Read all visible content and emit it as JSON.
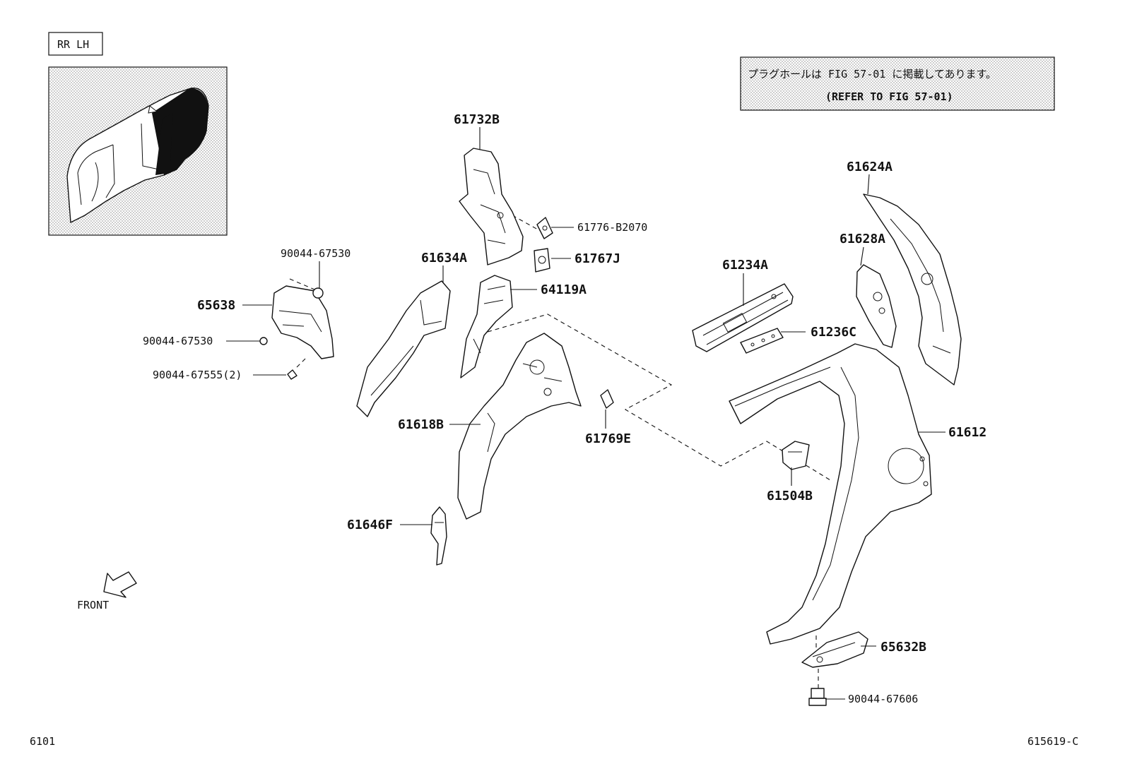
{
  "variant_label": "RR LH",
  "note": {
    "japanese": "プラグホールは FIG 57-01 に掲載してあります。",
    "english": "(REFER TO FIG 57-01)"
  },
  "direction_label": "FRONT",
  "page_code_left": "6101",
  "page_code_right": "615619-C",
  "parts": {
    "p61732B": "61732B",
    "p61776": "61776-B2070",
    "p61767J": "61767J",
    "p61634A": "61634A",
    "p64119A": "64119A",
    "p65638": "65638",
    "p90044_67530_top": "90044-67530",
    "p90044_67530_mid": "90044-67530",
    "p90044_67555": "90044-67555(2)",
    "p61618B": "61618B",
    "p61769E": "61769E",
    "p61646F": "61646F",
    "p61234A": "61234A",
    "p61236C": "61236C",
    "p61624A": "61624A",
    "p61628A": "61628A",
    "p61612": "61612",
    "p61504B": "61504B",
    "p65632B": "65632B",
    "p90044_67606": "90044-67606"
  }
}
